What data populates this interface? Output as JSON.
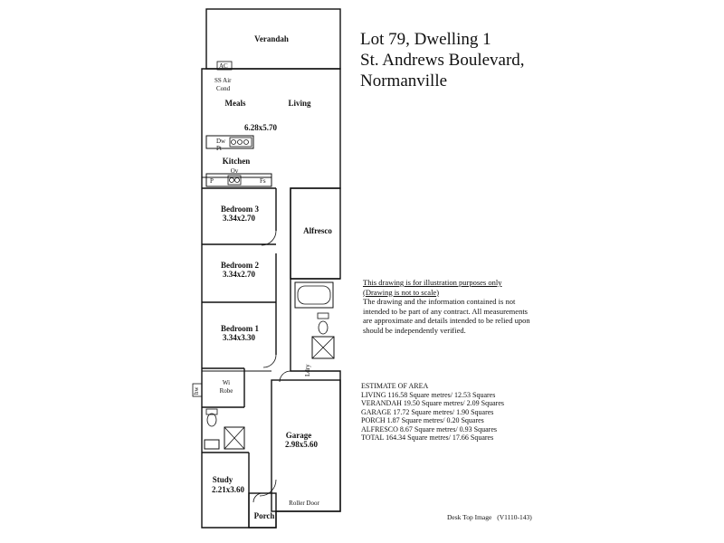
{
  "title": {
    "lines": [
      "Lot 79, Dwelling 1",
      "St. Andrews Boulevard,",
      "Normanville"
    ]
  },
  "rooms": {
    "verandah": "Verandah",
    "ss_air_cond_1": "SS Air",
    "ss_air_cond_2": "Cond",
    "ac": "AC",
    "meals": "Meals",
    "living": "Living",
    "meals_living_dim": "6.28x5.70",
    "dw": "Dw",
    "pt": "Pt",
    "kitchen": "Kitchen",
    "ov": "Ov",
    "pantry": "P",
    "fs": "Fs",
    "bedroom3": "Bedroom 3",
    "bedroom3_dim": "3.34x2.70",
    "bedroom2": "Bedroom 2",
    "bedroom2_dim": "3.34x2.70",
    "bedroom1": "Bedroom 1",
    "bedroom1_dim": "3.34x3.30",
    "alfresco": "Alfresco",
    "ldry": "Ldry",
    "wi_robe_1": "Wi",
    "wi_robe_2": "Robe",
    "hw": "hw",
    "garage": "Garage",
    "garage_dim": "2.98x5.60",
    "study": "Study",
    "study_dim": "2.21x3.60",
    "porch": "Porch",
    "roller_door": "Roller Door"
  },
  "disclaimer": {
    "line1": "This drawing is for illustration purposes only",
    "line2": "(Drawing is not to scale)",
    "body": "The drawing and the information contained is not intended to be part of any contract.  All measurements are approximate and details intended to be relied upon should be independently verified."
  },
  "estimate": {
    "heading": "ESTIMATE OF AREA",
    "rows": [
      "LIVING  116.58 Square metres/ 12.53 Squares",
      "VERANDAH  19.50 Square metres/ 2.09 Squares",
      "GARAGE  17.72 Square metres/ 1.90 Squares",
      "PORCH  1.87 Square metres/ 0.20 Squares",
      "ALFRESCO  8.67 Square metres/ 0.93 Squares",
      "TOTAL  164.34 Square metres/ 17.66 Squares"
    ]
  },
  "footer": {
    "label": "Desk Top Image",
    "code": "(V1110-143)"
  }
}
